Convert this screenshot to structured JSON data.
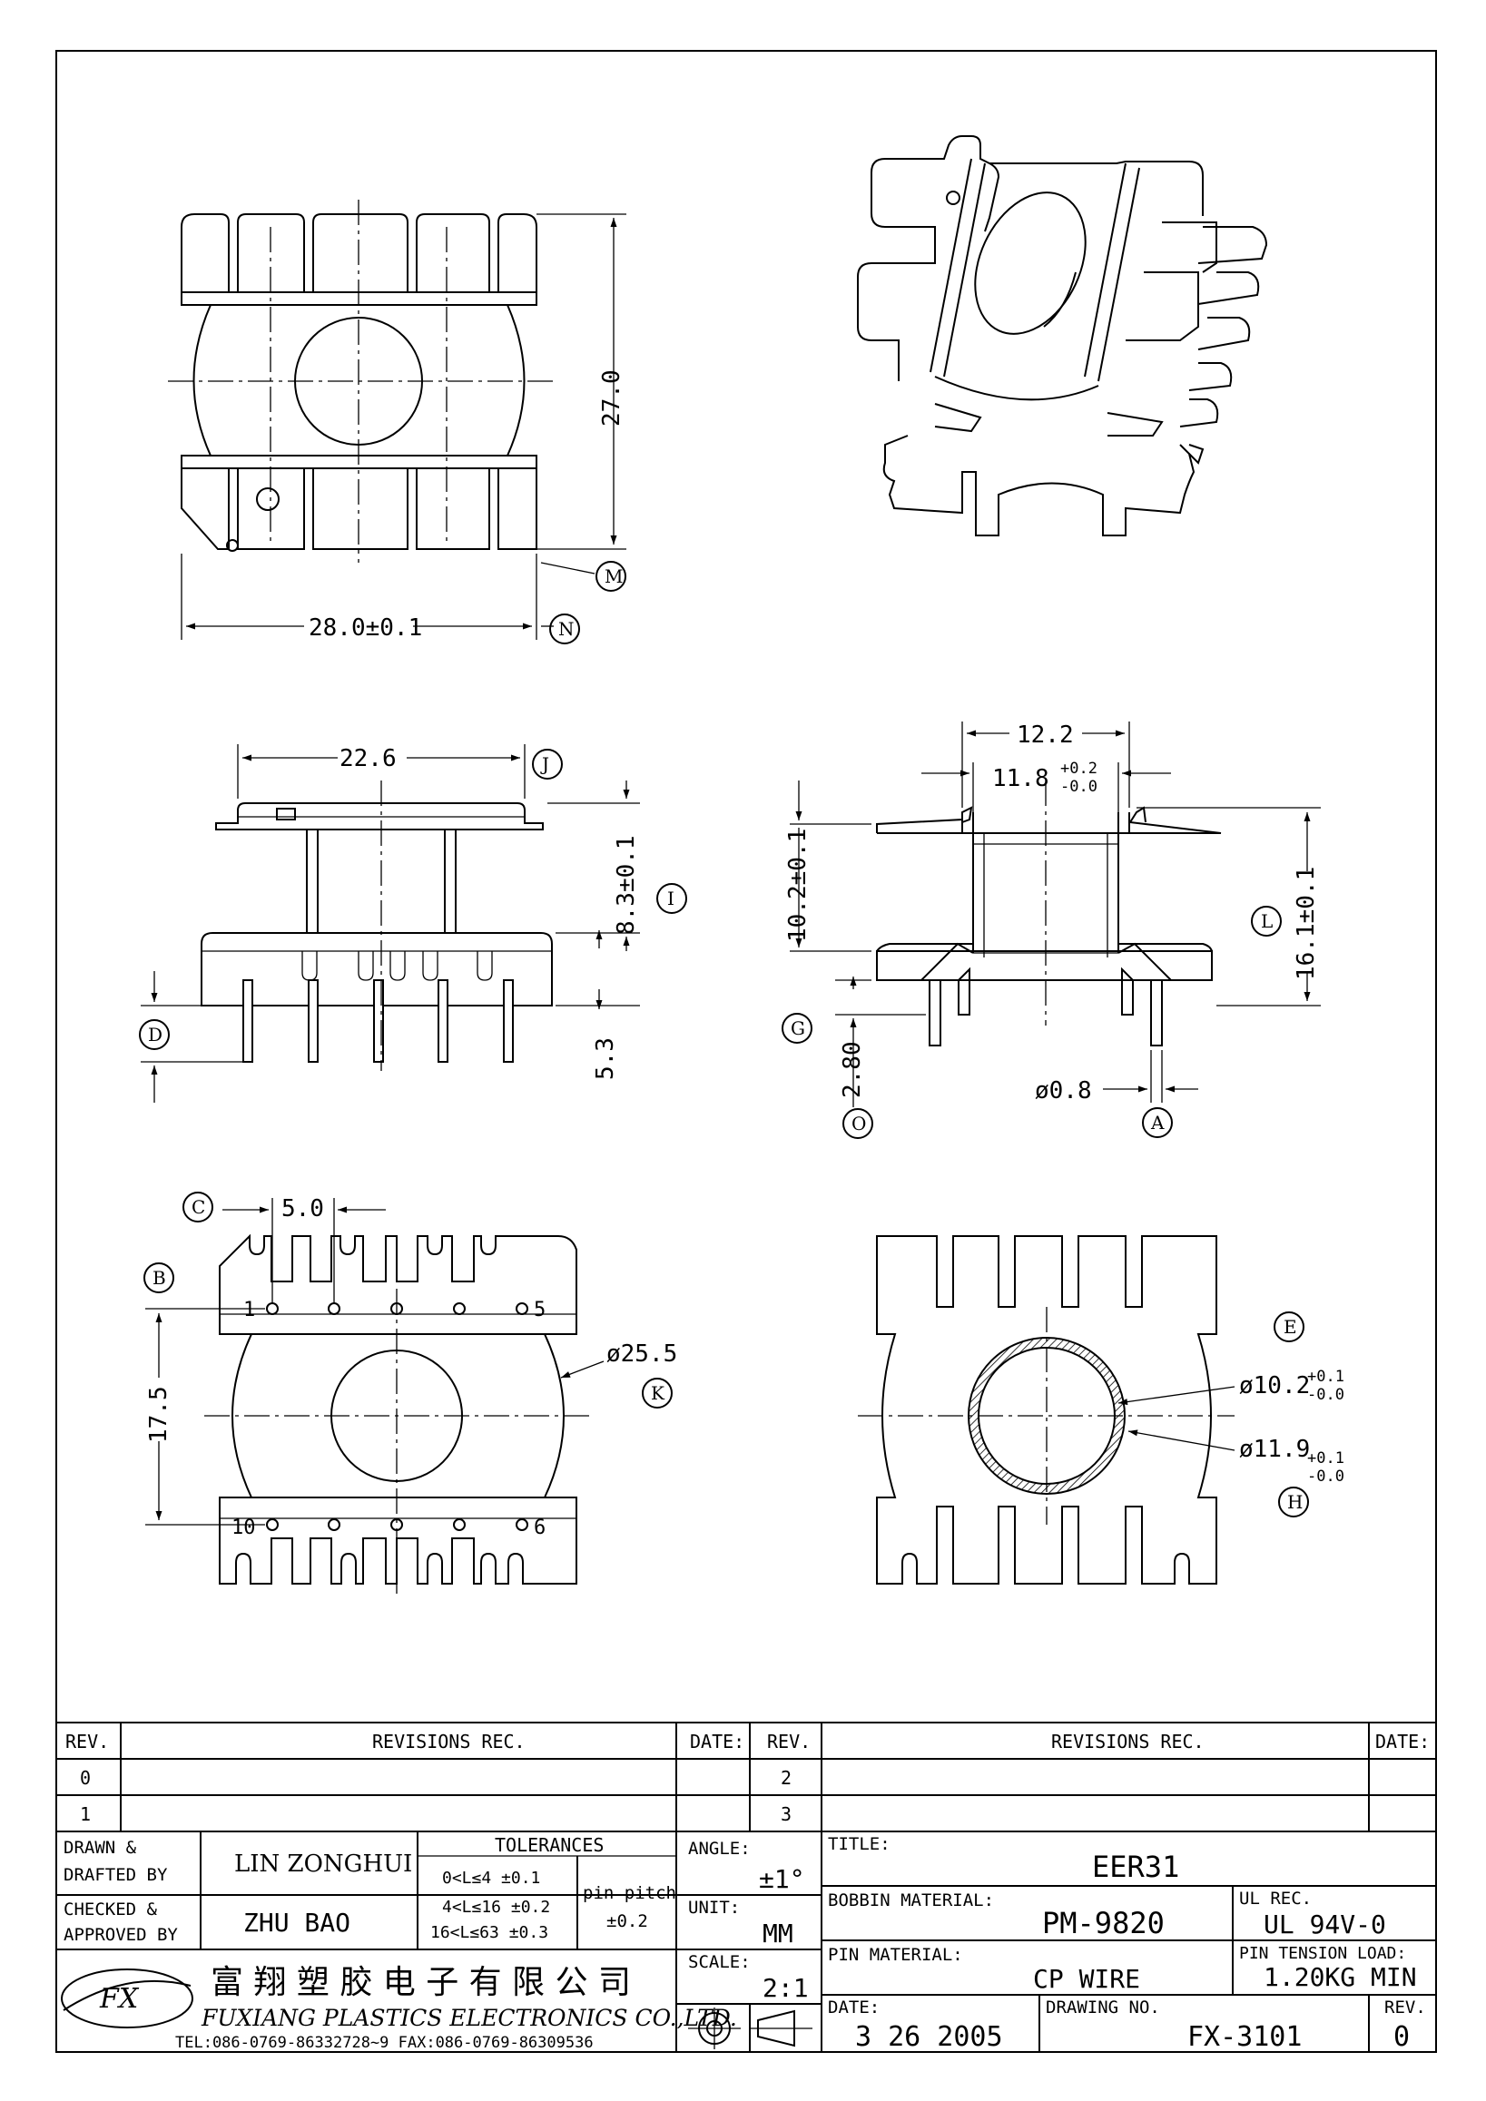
{
  "views": {
    "top": {
      "dims": {
        "width": "28.0±0.1",
        "height": "27.0"
      },
      "labels": {
        "m": "M",
        "n": "N"
      }
    },
    "front": {
      "dims": {
        "flange_width": "22.6",
        "height": "8.3±0.1",
        "pin_length": "5.3"
      },
      "labels": {
        "j": "J",
        "i": "I",
        "d": "D"
      }
    },
    "side": {
      "dims": {
        "outer": "12.2",
        "inner_base": "11.8",
        "inner_tol_plus": "+0.2",
        "inner_tol_minus": "-0.0",
        "height": "10.2±0.1",
        "total": "16.1±0.1",
        "pin_offset": "2.80",
        "pin_dia": "ø0.8"
      },
      "labels": {
        "g": "G",
        "o": "O",
        "l": "L",
        "a": "A"
      }
    },
    "bottom": {
      "dims": {
        "pitch": "5.0",
        "row_spacing": "17.5",
        "flange_dia": "ø25.5"
      },
      "pins": {
        "p1": "1",
        "p5": "5",
        "p10": "10",
        "p6": "6"
      },
      "labels": {
        "c": "C",
        "b": "B",
        "k": "K"
      }
    },
    "section": {
      "dims": {
        "inner_base": "ø10.2",
        "inner_plus": "+0.1",
        "inner_minus": "-0.0",
        "outer_base": "ø11.9",
        "outer_plus": "+0.1",
        "outer_minus": "-0.0"
      },
      "labels": {
        "e": "E",
        "h": "H"
      }
    }
  },
  "title_block": {
    "revisions": {
      "headers": {
        "rev": "REV.",
        "rec": "REVISIONS   REC.",
        "date": "DATE:"
      },
      "rows_left": [
        "0",
        "1"
      ],
      "rows_right": [
        "2",
        "3"
      ]
    },
    "drawn_label_1": "DRAWN &",
    "drawn_label_2": "DRAFTED BY",
    "drawn_value": "LIN ZONGHUI",
    "checked_label_1": "CHECKED &",
    "checked_label_2": "APPROVED BY",
    "checked_value": "ZHU BAO",
    "tolerances": {
      "title": "TOLERANCES",
      "rows": [
        "0<L≤4    ±0.1",
        "4<L≤16  ±0.2",
        "16<L≤63  ±0.3"
      ],
      "pin_pitch_label": "pin pitch",
      "pin_pitch_value": "±0.2"
    },
    "angle": {
      "label": "ANGLE:",
      "value": "±1°"
    },
    "unit": {
      "label": "UNIT:",
      "value": "MM"
    },
    "scale": {
      "label": "SCALE:",
      "value": "2:1"
    },
    "title": {
      "label": "TITLE:",
      "value": "EER31"
    },
    "bobbin_material": {
      "label": "BOBBIN MATERIAL:",
      "value": "PM-9820"
    },
    "ul_rec": {
      "label": "UL REC.",
      "value": "UL 94V-0"
    },
    "pin_material": {
      "label": "PIN MATERIAL:",
      "value": "CP WIRE"
    },
    "pin_tension": {
      "label": "PIN TENSION LOAD:",
      "value": "1.20KG MIN"
    },
    "date": {
      "label": "DATE:",
      "value": "3  26  2005"
    },
    "drawing_no": {
      "label": "DRAWING NO.",
      "value": "FX-3101"
    },
    "rev": {
      "label": "REV.",
      "value": "0"
    },
    "company": {
      "chinese": "富 翔 塑 胶 电 子 有 限 公 司",
      "english": "FUXIANG PLASTICS ELECTRONICS CO.,LTD.",
      "contact": "TEL:086-0769-86332728~9 FAX:086-0769-86309536"
    }
  }
}
